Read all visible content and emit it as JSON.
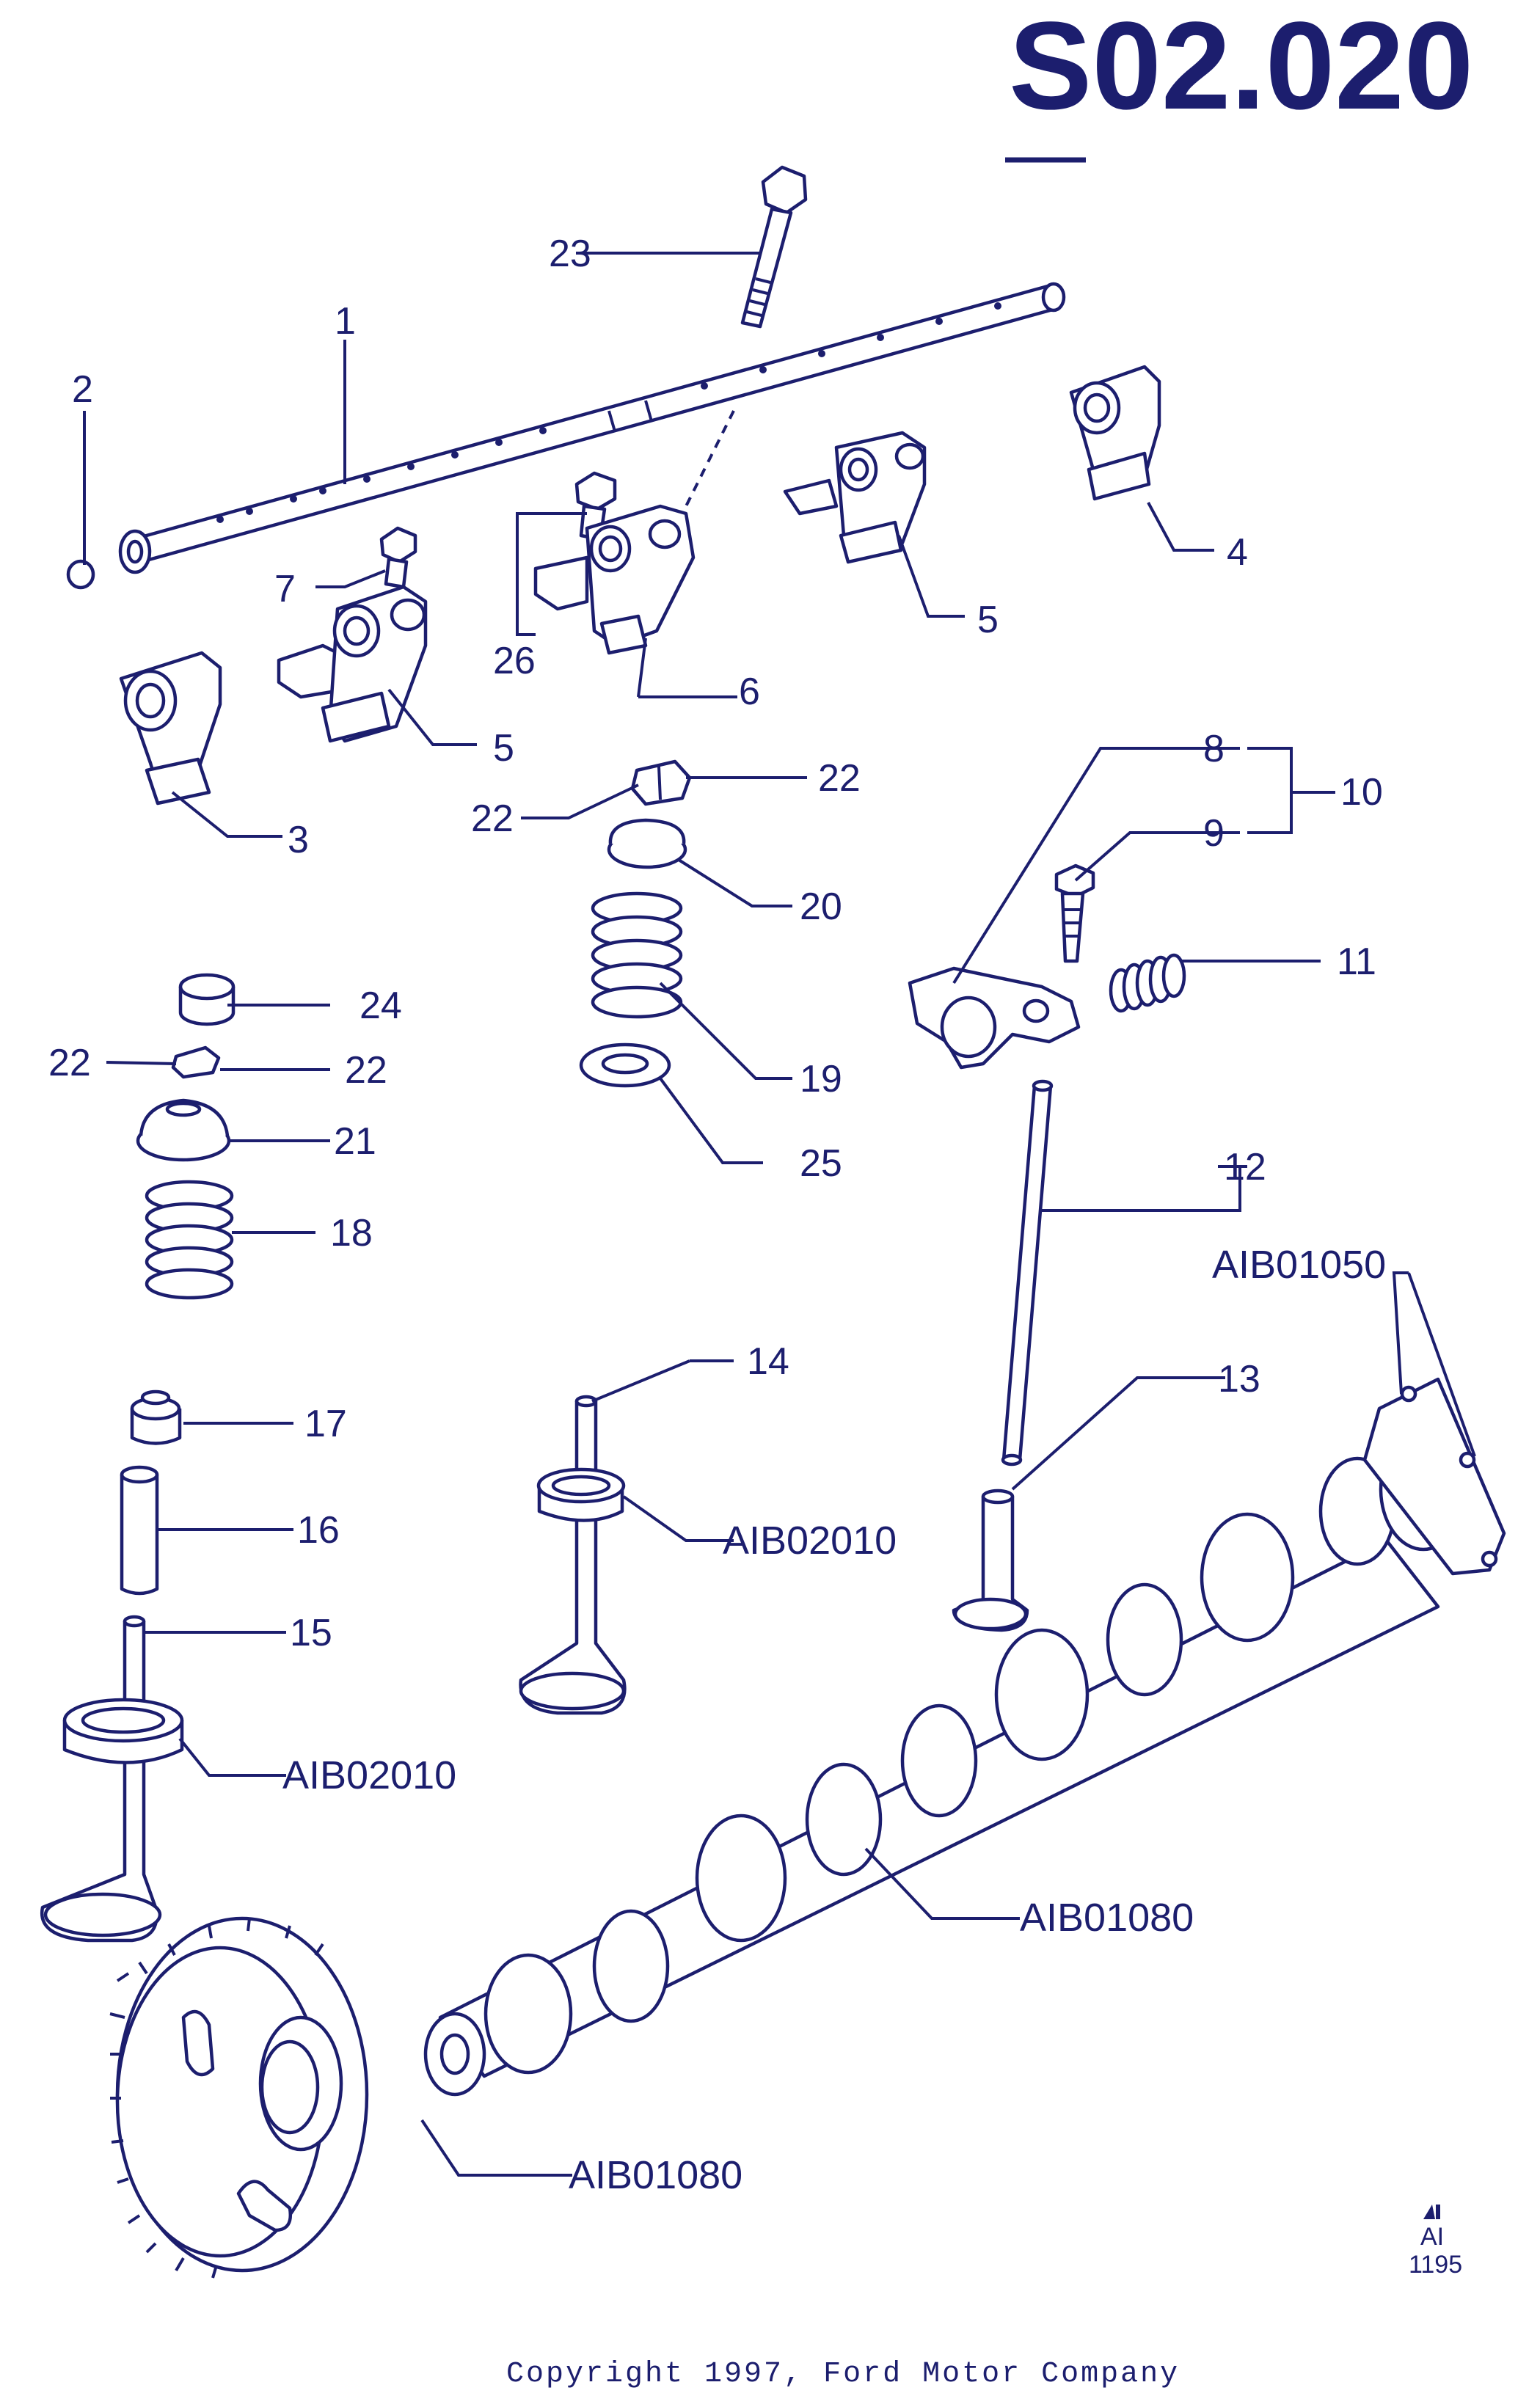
{
  "diagram_code": "S02.020",
  "callouts": {
    "c1": "1",
    "c2": "2",
    "c3": "3",
    "c4": "4",
    "c5a": "5",
    "c5b": "5",
    "c6": "6",
    "c7": "7",
    "c8": "8",
    "c9": "9",
    "c10": "10",
    "c11": "11",
    "c12": "12",
    "c13": "13",
    "c14": "14",
    "c15": "15",
    "c16": "16",
    "c17": "17",
    "c18": "18",
    "c19": "19",
    "c20": "20",
    "c21": "21",
    "c22a": "22",
    "c22b": "22",
    "c22c": "22",
    "c22d": "22",
    "c23": "23",
    "c24": "24",
    "c25": "25",
    "c26": "26"
  },
  "references": {
    "r_cam_flange": "AIB01050",
    "r_valve_exhaust": "AIB02010",
    "r_valve_inlet": "AIB02010",
    "r_camshaft": "AIB01080",
    "r_sprocket": "AIB01080"
  },
  "logo_text": "AI",
  "logo_code": "1195",
  "copyright": "Copyright 1997, Ford Motor Company"
}
